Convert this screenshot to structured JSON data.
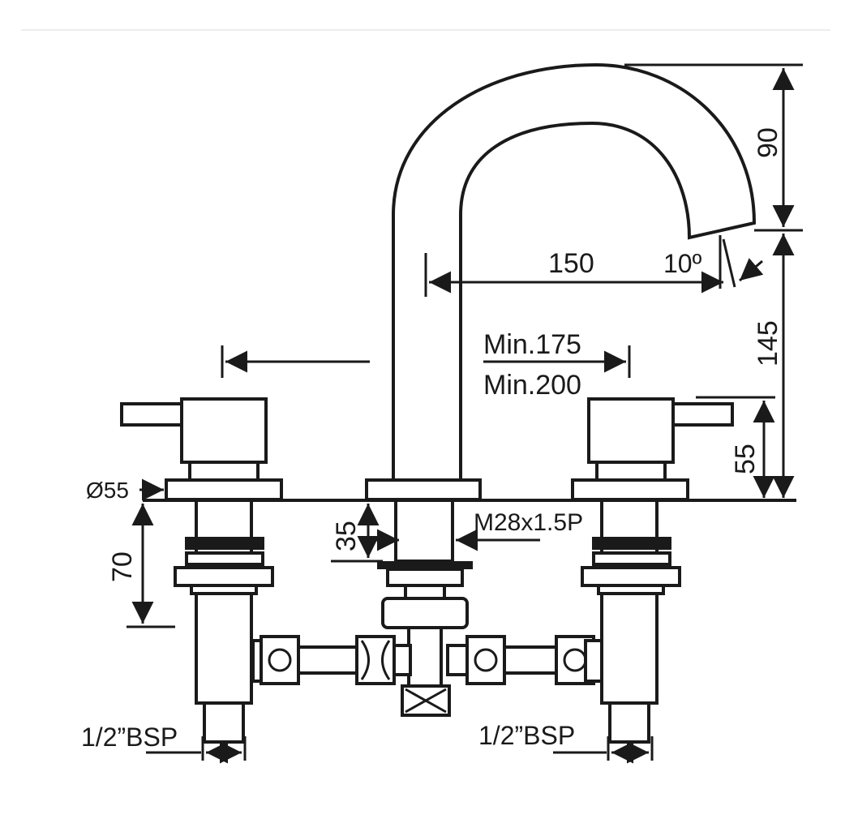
{
  "labels": {
    "spout_height": "90",
    "spout_reach": "150",
    "spout_angle": "10º",
    "overall_height": "145",
    "handle_spacing_min1": "Min.175",
    "handle_spacing_min2": "Min.200",
    "handle_height": "55",
    "base_diameter": "Ø55",
    "shank_length": "70",
    "spout_shank": "35",
    "thread": "M28x1.5P",
    "inlet_left": "1/2”BSP",
    "inlet_right": "1/2”BSP"
  }
}
